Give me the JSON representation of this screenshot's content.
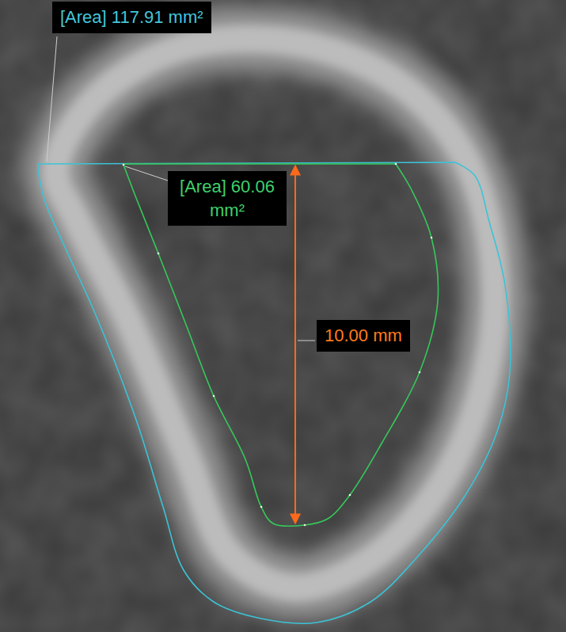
{
  "diagram": {
    "labels": [
      "[Area] 117.91 mm²",
      "[Area] 60.06 mm²",
      "10.00 mm"
    ]
  }
}
